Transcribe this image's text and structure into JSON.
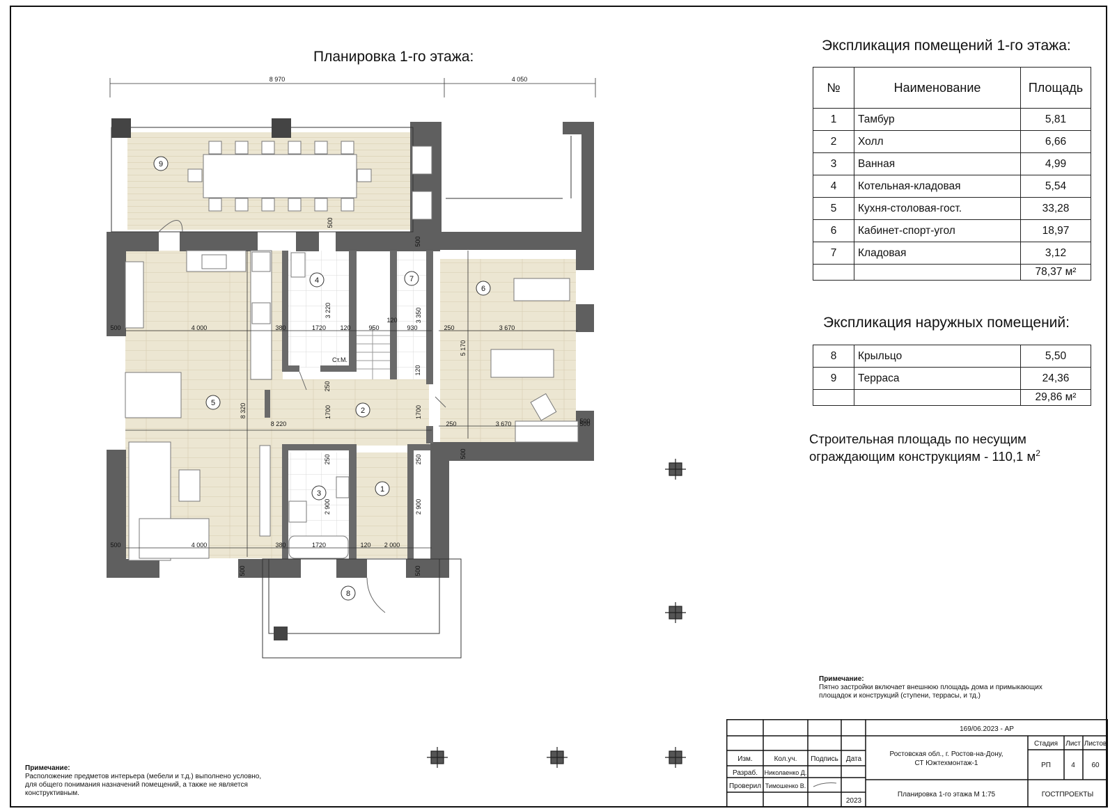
{
  "plan": {
    "title": "Планировка 1-го этажа:",
    "dims_top": [
      "8 970",
      "4 050"
    ],
    "dims": {
      "d500_l1": "500",
      "d4000_1": "4 000",
      "d8320": "8 320",
      "d380_1": "380",
      "d1720_1": "1720",
      "d120_1": "120",
      "d950": "950",
      "d930": "930",
      "d250_1": "250",
      "d3670_1": "3 670",
      "d500_r1": "500",
      "d500_top1": "500",
      "d500_top2": "500",
      "d3220": "3 220",
      "d3350": "3 350",
      "d5170": "5 170",
      "d120_2": "120",
      "d120_3": "120",
      "d250_2": "250",
      "d1700_1": "1700",
      "d1700_2": "1700",
      "d8220": "8 220",
      "d250_3": "250",
      "d3670_2": "3 670",
      "d500_r2": "500",
      "d500_mid": "500",
      "d250_4": "250",
      "d250_5": "250",
      "d2900_1": "2 900",
      "d2900_2": "2 900",
      "d500_l2": "500",
      "d4000_2": "4 000",
      "d380_2": "380",
      "d1720_2": "1720",
      "d120_4": "120",
      "d2000": "2 000",
      "d500_b1": "500",
      "d500_b2": "500"
    },
    "room_labels": [
      "1",
      "2",
      "3",
      "4",
      "5",
      "6",
      "7",
      "8",
      "9"
    ],
    "label_stm": "Ст.М."
  },
  "explication_interior": {
    "title": "Экспликация помещений 1-го этажа:",
    "headers": [
      "№",
      "Наименование",
      "Площадь"
    ],
    "rows": [
      [
        "1",
        "Тамбур",
        "5,81"
      ],
      [
        "2",
        "Холл",
        "6,66"
      ],
      [
        "3",
        "Ванная",
        "4,99"
      ],
      [
        "4",
        "Котельная-кладовая",
        "5,54"
      ],
      [
        "5",
        "Кухня-столовая-гост.",
        "33,28"
      ],
      [
        "6",
        "Кабинет-спорт-угол",
        "18,97"
      ],
      [
        "7",
        "Кладовая",
        "3,12"
      ]
    ],
    "total": "78,37 м²"
  },
  "explication_exterior": {
    "title": "Экспликация наружных помещений:",
    "rows": [
      [
        "8",
        "Крыльцо",
        "5,50"
      ],
      [
        "9",
        "Терраса",
        "24,36"
      ]
    ],
    "total": "29,86 м²"
  },
  "building_area": {
    "line1": "Строительная площадь по несущим",
    "line2": "ограждающим конструкциям - 110,1 м",
    "sup": "2"
  },
  "note_right": {
    "title": "Примечание:",
    "lines": [
      "Пятно застройки включает внешнюю площадь дома и примыкающих",
      "площадок и конструкций (ступени, террасы, и тд.)"
    ]
  },
  "note_left": {
    "title": "Примечание:",
    "lines": [
      "Расположение предметов интерьера (мебели и т.д.) выполнено условно,",
      "для общего понимания назначений помещений, а также не является",
      "конструктивным."
    ]
  },
  "stamp": {
    "code": "169/06.2023 - АР",
    "col_headers": [
      "Изм.",
      "Кол.уч.",
      "Подпись",
      "Дата"
    ],
    "role_dev": "Разраб.",
    "name_dev": "Николаенко Д.",
    "role_check": "Проверил",
    "name_check": "Тимошенко В.",
    "year": "2023",
    "address_line1": "Ростовская обл., г. Ростов-на-Дону,",
    "address_line2": "СТ Южтехмонтаж-1",
    "sheet_title": "Планировка 1-го этажа  М 1:75",
    "stage_header": "Стадия",
    "sheet_header": "Лист",
    "sheets_header": "Листов",
    "stage": "РП",
    "sheet": "4",
    "sheets": "60",
    "company": "ГОСТПРОЕКТЫ"
  }
}
